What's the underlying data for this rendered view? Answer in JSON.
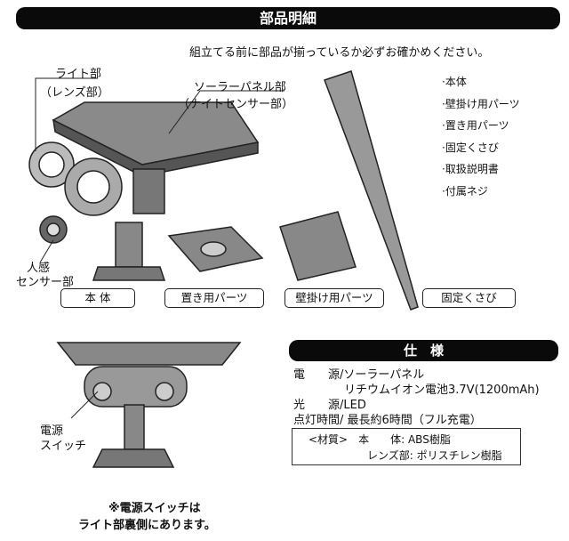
{
  "title": "部品明細",
  "instruction": "組立てる前に部品が揃っているか必ずお確かめください。",
  "labels": {
    "light_1": "ライト部",
    "light_2": "（レンズ部）",
    "solar_1": "ソーラーパネル部",
    "solar_2": "（ナイトセンサー部）",
    "sensor_1": "人感",
    "sensor_2": "センサー部",
    "switch_1": "電源",
    "switch_2": "スイッチ"
  },
  "parts_list": [
    "·本体",
    "·壁掛け用パーツ",
    "·置き用パーツ",
    "·固定くさび",
    "·取扱説明書",
    "·付属ネジ"
  ],
  "part_boxes": [
    "本 体",
    "置き用パーツ",
    "壁掛け用パーツ",
    "固定くさび"
  ],
  "spec": {
    "title": "仕　様",
    "lines": [
      "電　　源/ソーラーパネル",
      "リチウムイオン電池3.7V(1200mAh)",
      "光　　源/LED",
      "点灯時間/ 最長約6時間（フル充電）"
    ],
    "material": [
      "<材質>　本　　体: ABS樹脂",
      "レンズ部: ポリスチレン樹脂"
    ]
  },
  "note": [
    "※電源スイッチは",
    "ライト部裏側にあります。"
  ]
}
